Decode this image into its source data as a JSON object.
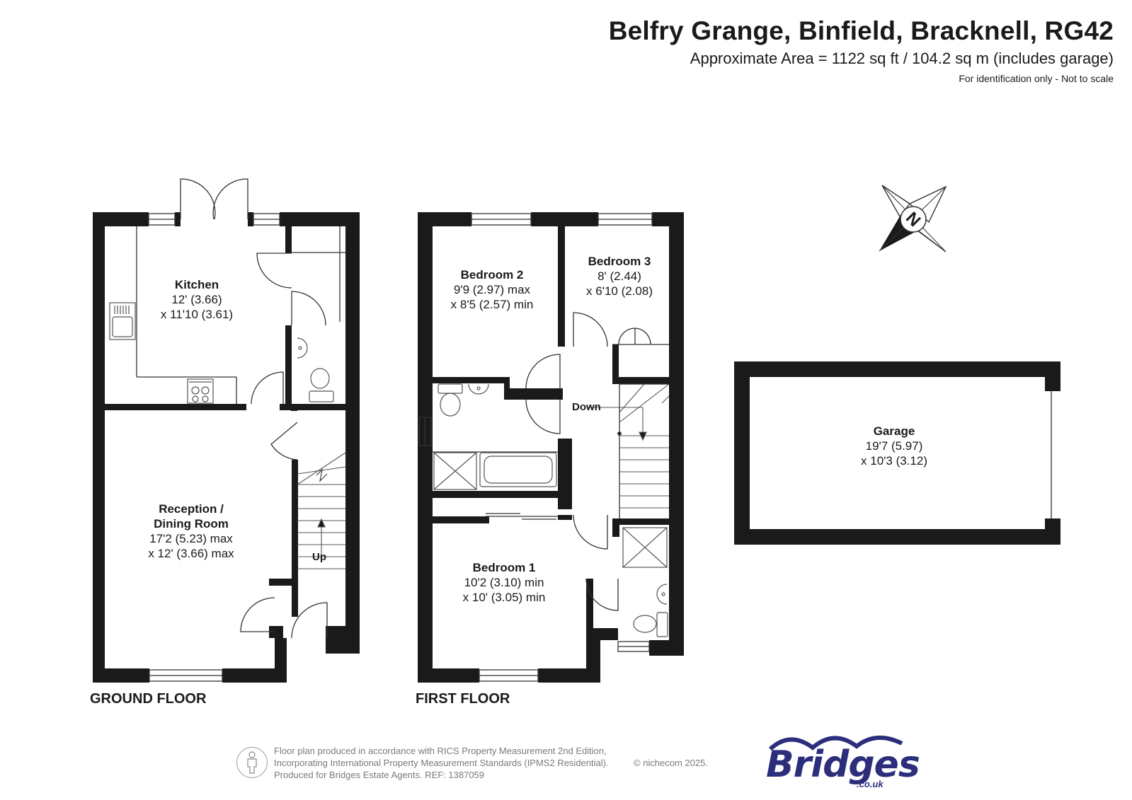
{
  "header": {
    "title": "Belfry Grange, Binfield, Bracknell, RG42",
    "area": "Approximate Area = 1122 sq ft / 104.2 sq m (includes garage)",
    "note": "For identification only - Not to scale"
  },
  "compass": {
    "label": "N",
    "icon": "north-compass-icon"
  },
  "ground_floor": {
    "label": "GROUND FLOOR",
    "kitchen": {
      "name": "Kitchen",
      "dim1": "12' (3.66)",
      "dim2": "x 11'10 (3.61)"
    },
    "reception": {
      "name1": "Reception /",
      "name2": "Dining Room",
      "dim1": "17'2 (5.23) max",
      "dim2": "x 12' (3.66) max"
    },
    "stairs_label": "Up"
  },
  "first_floor": {
    "label": "FIRST FLOOR",
    "bedroom2": {
      "name": "Bedroom 2",
      "dim1": "9'9 (2.97) max",
      "dim2": "x 8'5 (2.57) min"
    },
    "bedroom3": {
      "name": "Bedroom 3",
      "dim1": "8' (2.44)",
      "dim2": "x 6'10 (2.08)"
    },
    "bedroom1": {
      "name": "Bedroom 1",
      "dim1": "10'2 (3.10) min",
      "dim2": "x 10' (3.05) min"
    },
    "stairs_label": "Down"
  },
  "garage": {
    "name": "Garage",
    "dim1": "19'7 (5.97)",
    "dim2": "x 10'3 (3.12)"
  },
  "footer": {
    "line1": "Floor plan produced in accordance with RICS Property Measurement 2nd Edition,",
    "line2": "Incorporating International Property Measurement Standards (IPMS2 Residential).",
    "line3": "Produced for Bridges Estate Agents.   REF: 1387059",
    "copyright": "© nichecom 2025."
  },
  "logo": {
    "text": "Bridges",
    "sub": ".co.uk",
    "color": "#2c2e7c"
  },
  "colors": {
    "wall": "#1a1a1a",
    "fixture": "#555555"
  }
}
